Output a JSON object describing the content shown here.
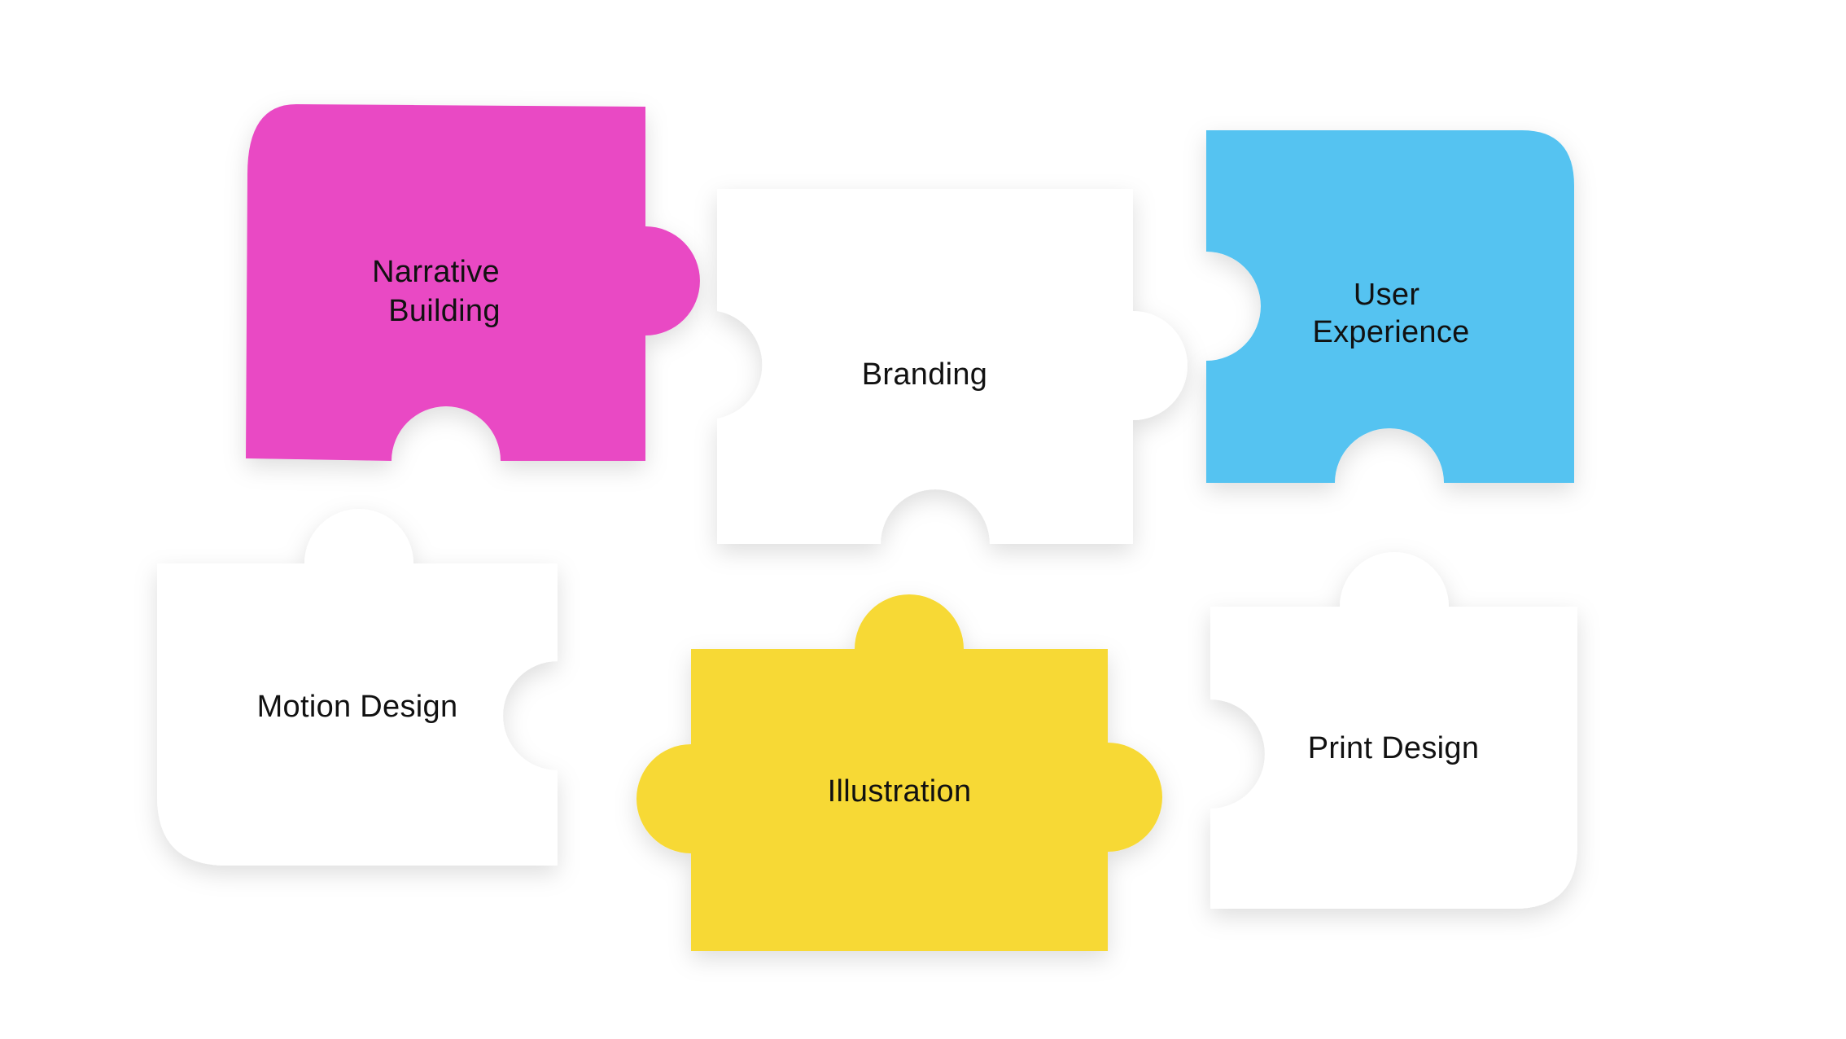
{
  "pieces": [
    {
      "id": "narrative-building",
      "lines": [
        "Narrative",
        "Building"
      ],
      "color": "#E94AC4"
    },
    {
      "id": "branding",
      "lines": [
        "Branding"
      ],
      "color": "#FFFFFF"
    },
    {
      "id": "user-experience",
      "lines": [
        "User",
        "Experience"
      ],
      "color": "#55C3F1"
    },
    {
      "id": "motion-design",
      "lines": [
        "Motion Design"
      ],
      "color": "#FFFFFF"
    },
    {
      "id": "illustration",
      "lines": [
        "Illustration"
      ],
      "color": "#F7D934"
    },
    {
      "id": "print-design",
      "lines": [
        "Print Design"
      ],
      "color": "#FFFFFF"
    }
  ]
}
